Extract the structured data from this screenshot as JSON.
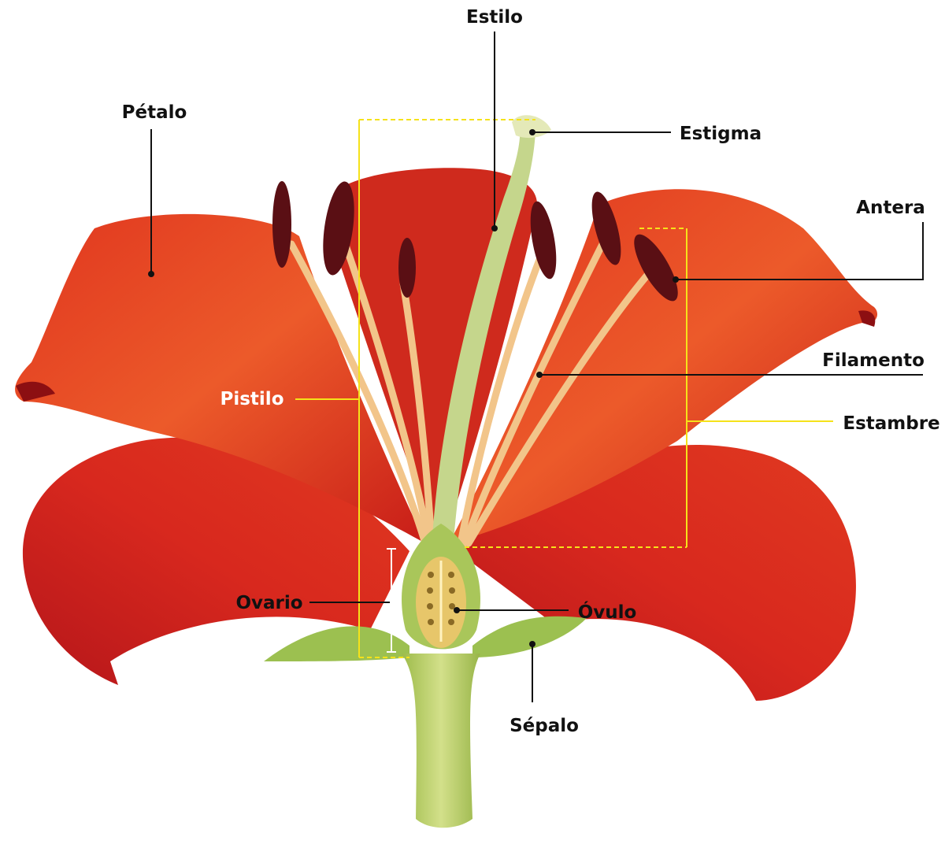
{
  "labels": {
    "estilo": "Estilo",
    "petalo": "Pétalo",
    "estigma": "Estigma",
    "antera": "Antera",
    "filamento": "Filamento",
    "pistilo": "Pistilo",
    "estambre": "Estambre",
    "ovario": "Ovario",
    "ovulo": "Óvulo",
    "sepalo": "Sépalo"
  },
  "colors": {
    "petal": "#d8281e",
    "petal_light": "#ee5a2c",
    "anther": "#5a0f14",
    "filament": "#f2c58a",
    "style": "#c8d890",
    "stem": "#b9cf6c",
    "sepal": "#9cc050",
    "ovary": "#e7c66a",
    "group_line": "#f5e21a",
    "leader_line": "#111111"
  }
}
